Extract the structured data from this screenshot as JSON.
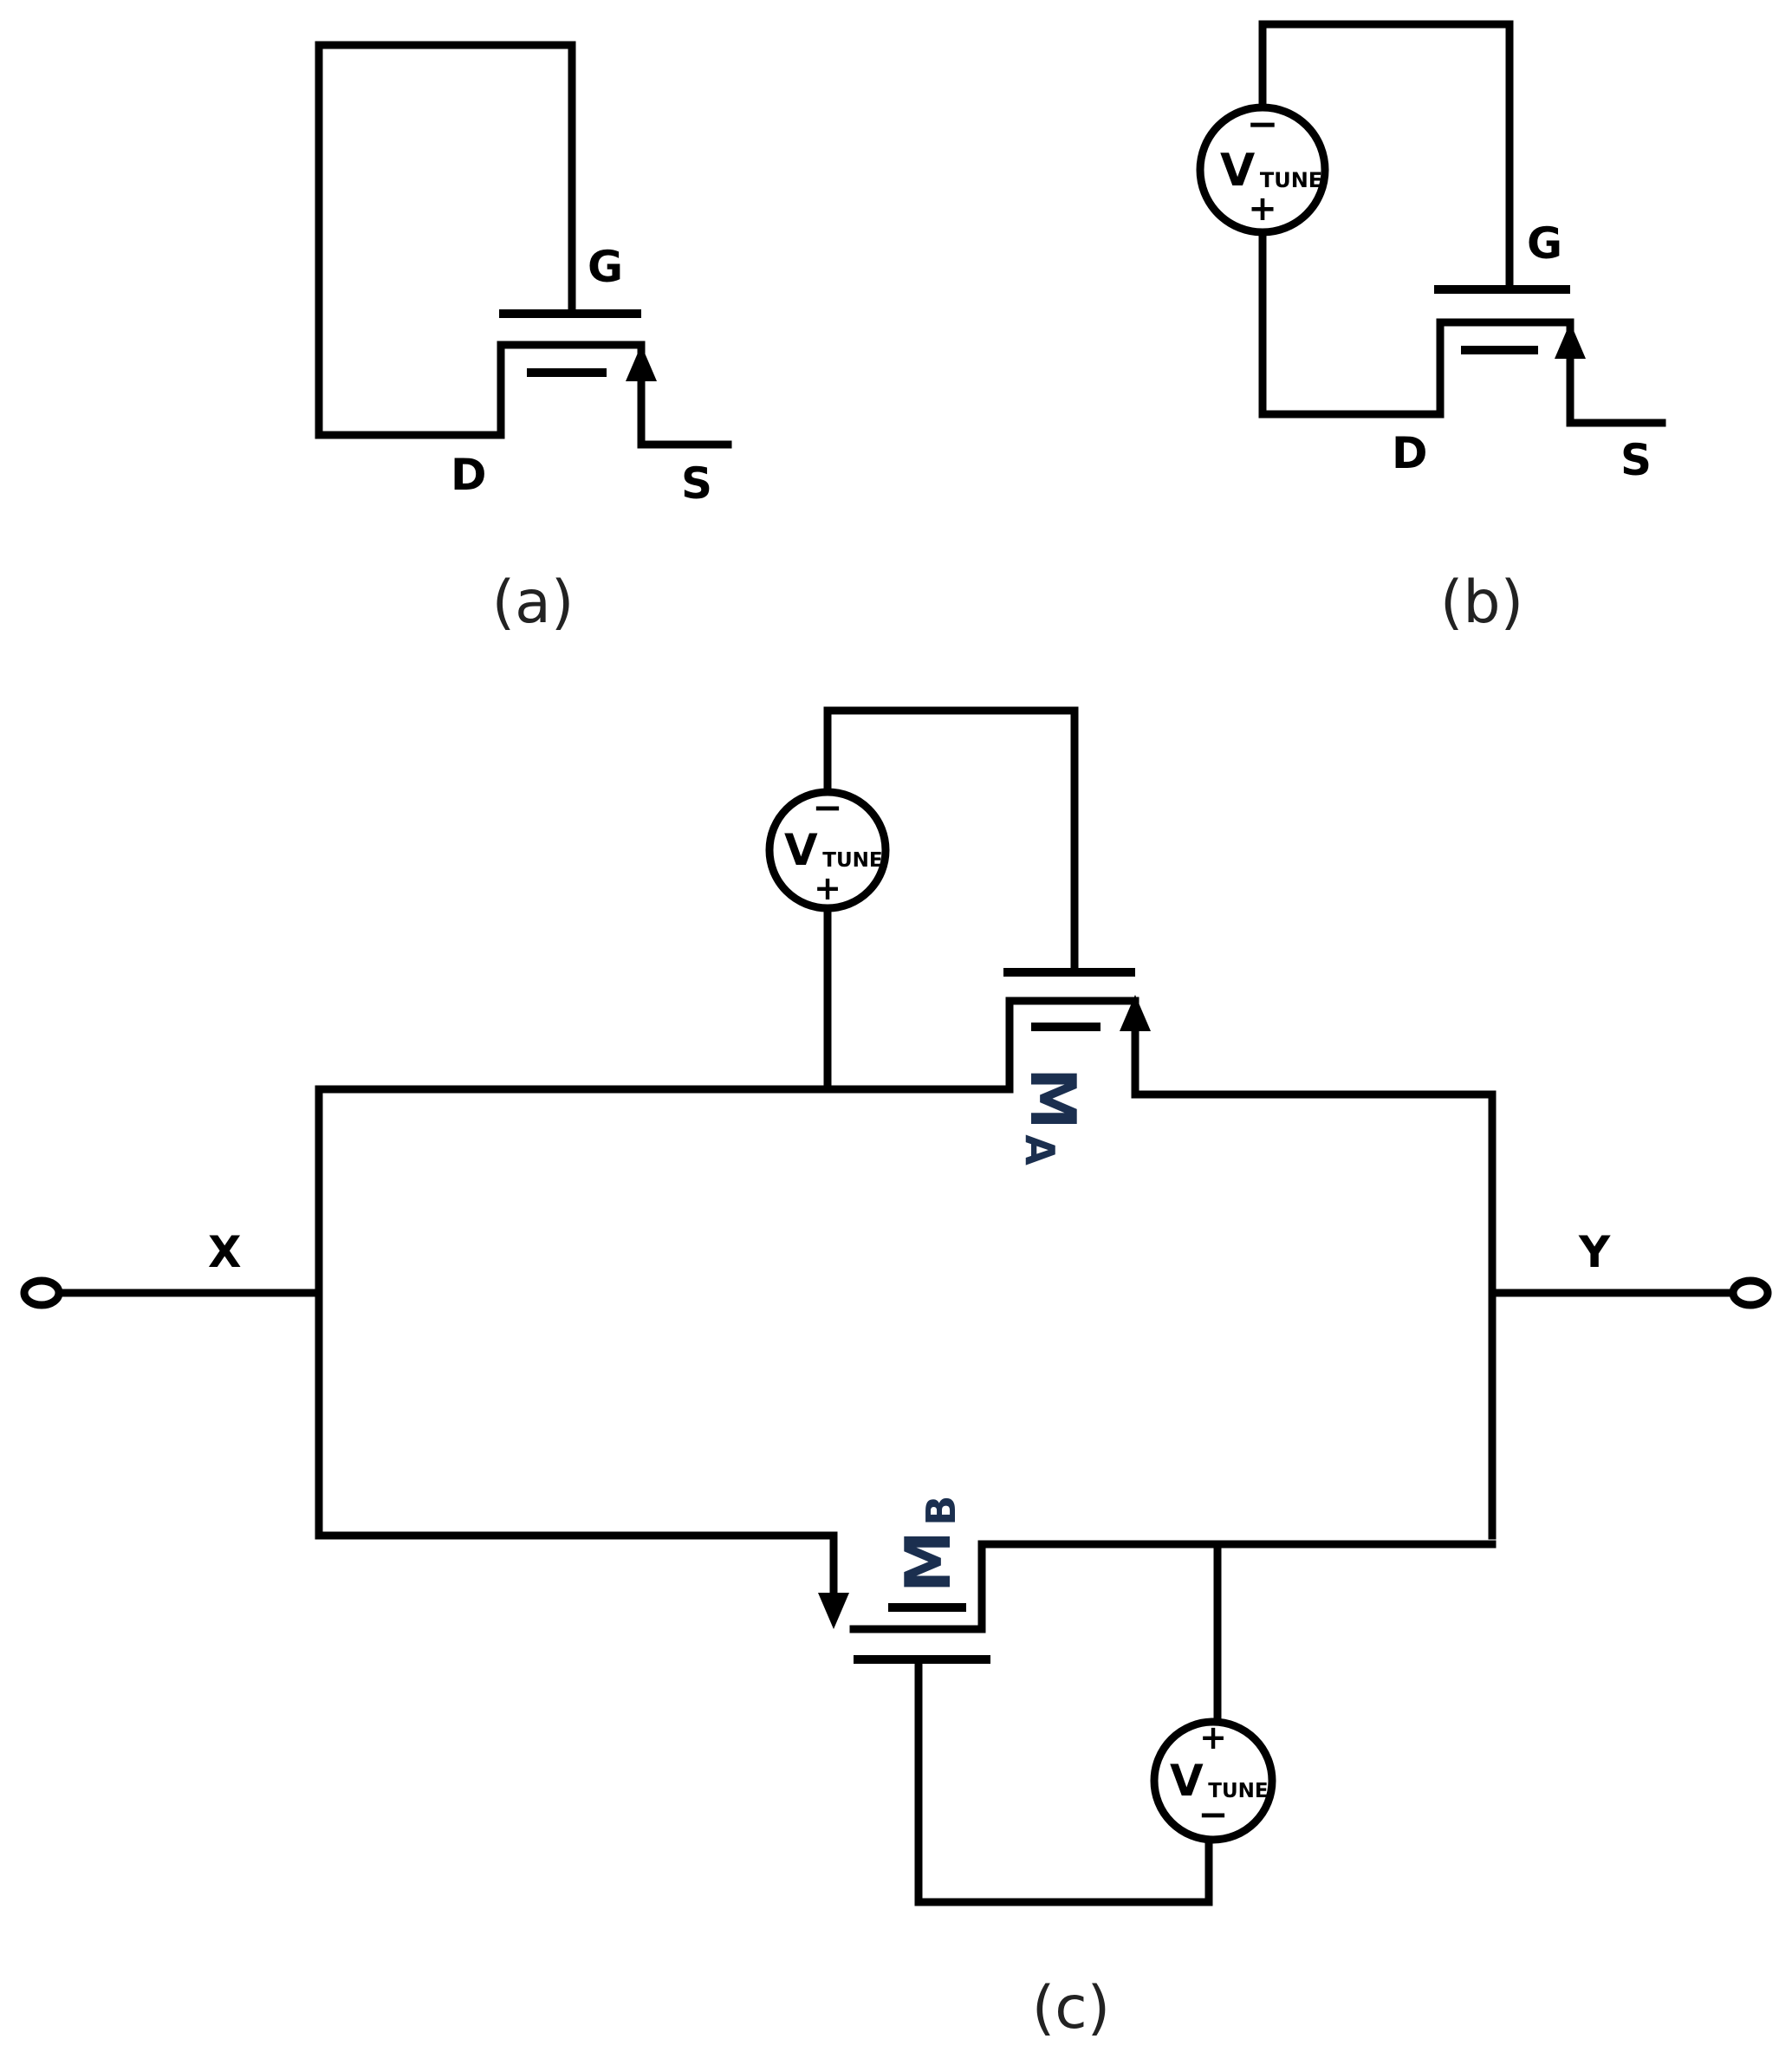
{
  "panel_a": {
    "caption": "(a)",
    "gate_label": "G",
    "drain_label": "D",
    "source_label": "S"
  },
  "panel_b": {
    "caption": "(b)",
    "gate_label": "G",
    "drain_label": "D",
    "source_label": "S",
    "vtune": {
      "main": "V",
      "sub": "TUNE",
      "minus": "−",
      "plus": "+"
    }
  },
  "panel_c": {
    "caption": "(c)",
    "node_x_label": "X",
    "node_y_label": "Y",
    "transistor_a": {
      "main": "M",
      "sub": "A"
    },
    "transistor_b": {
      "main": "M",
      "sub": "B"
    },
    "vtune_top": {
      "main": "V",
      "sub": "TUNE",
      "minus": "−",
      "plus": "+"
    },
    "vtune_bottom": {
      "main": "V",
      "sub": "TUNE",
      "minus": "−",
      "plus": "+"
    }
  }
}
